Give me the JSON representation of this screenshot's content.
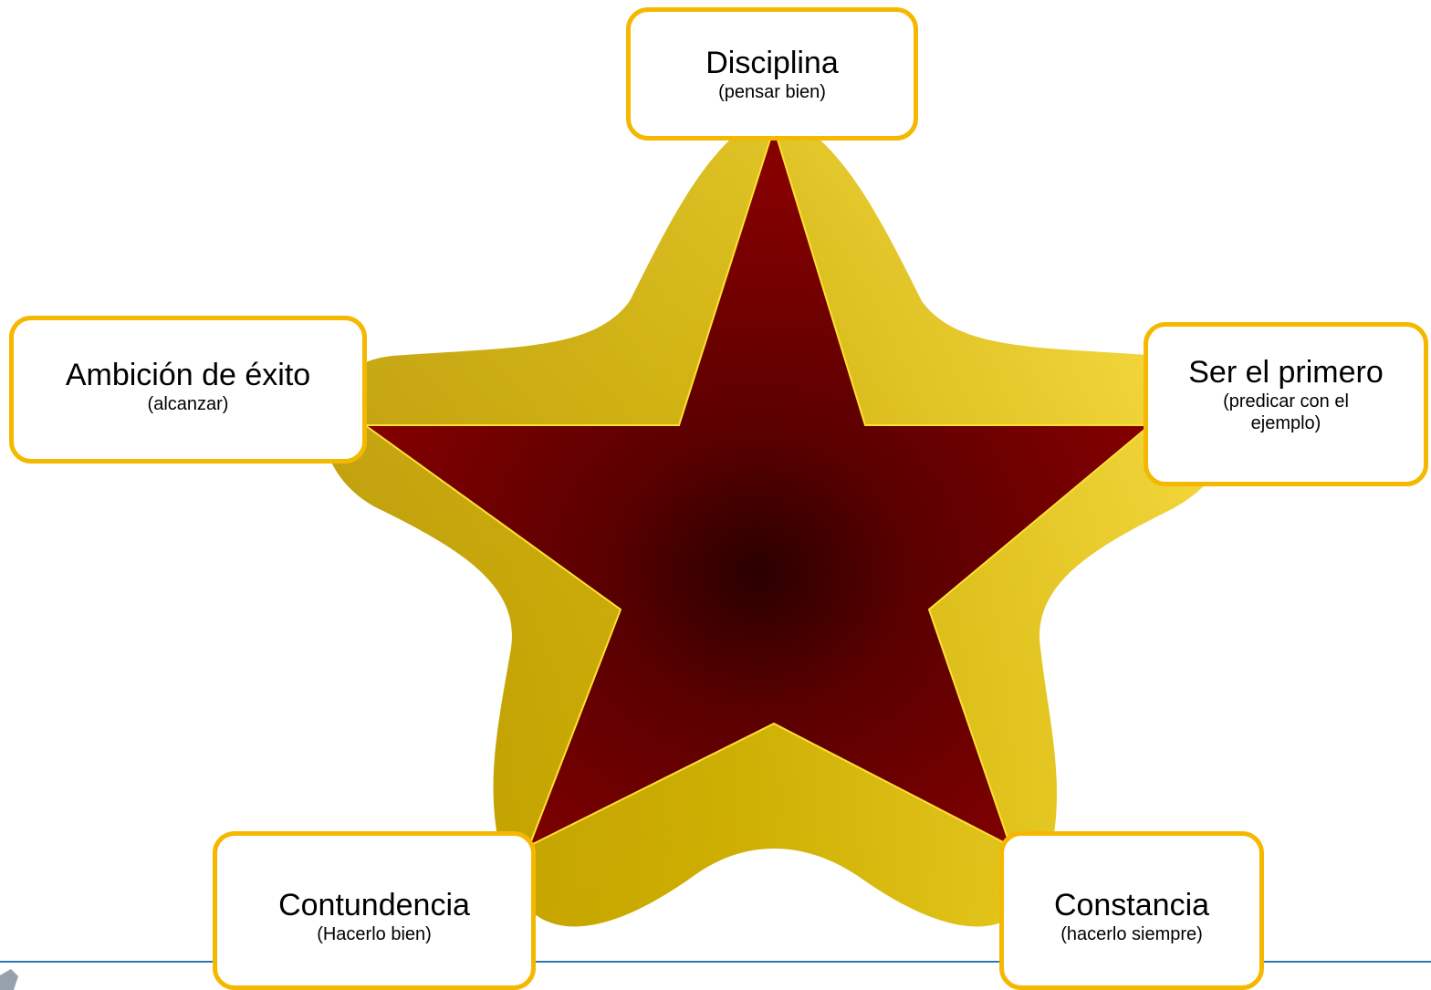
{
  "diagram": {
    "colors": {
      "outer_star_light": "#ffe033",
      "outer_star_dark": "#c8a400",
      "inner_star_edge": "#860000",
      "inner_star_center": "#2a0000",
      "callout_border": "#f5b800",
      "callout_fill": "#ffffff",
      "footer_rule": "#2e75b6"
    },
    "callouts": {
      "disciplina": {
        "title": "Disciplina",
        "subtitle": "(pensar bien)"
      },
      "ambicion": {
        "title": "Ambición de éxito",
        "subtitle": "(alcanzar)"
      },
      "ser_el_primero": {
        "title": "Ser el primero",
        "subtitle": "(predicar con el ejemplo)"
      },
      "contundencia": {
        "title": "Contundencia",
        "subtitle": "(Hacerlo bien)"
      },
      "constancia": {
        "title": "Constancia",
        "subtitle": "(hacerlo siempre)"
      }
    }
  }
}
